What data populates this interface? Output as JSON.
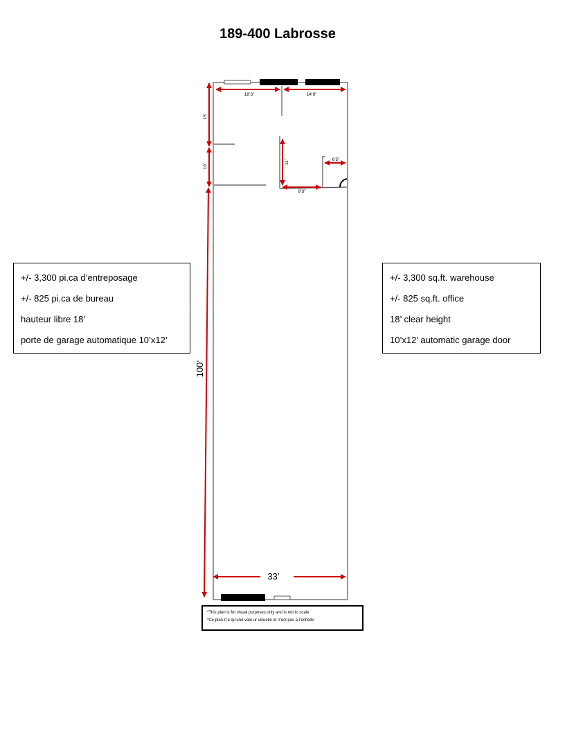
{
  "title": "189-400 Labrosse",
  "info_fr": [
    "+/- 3,300 pi.ca d’entreposage",
    "+/- 825 pi.ca de bureau",
    "hauteur libre 18’",
    "porte de garage automatique 10’x12’"
  ],
  "info_en": [
    "+/- 3,300 sq.ft. warehouse",
    "+/- 825 sq.ft. office",
    "18’ clear height",
    "10’x12’ automatic garage door"
  ],
  "dimensions": {
    "top_left_width": "18’3”",
    "top_right_width": "14’9”",
    "left_upper_depth": "15’",
    "left_middle_depth": "10’",
    "office_height": "11’",
    "office_width": "8’3”",
    "corner_room_width": "6’5”",
    "total_length": "100’",
    "total_width": "33’"
  },
  "disclaimer": [
    "*This plan is for visual purposes only and is not to scale",
    "*Ce plan n’a qu’une vale ur visuelle et n’est pas à l’échelle"
  ],
  "colors": {
    "dimension_arrow": "#cc0000",
    "wall": "#555555",
    "door": "#000000"
  }
}
